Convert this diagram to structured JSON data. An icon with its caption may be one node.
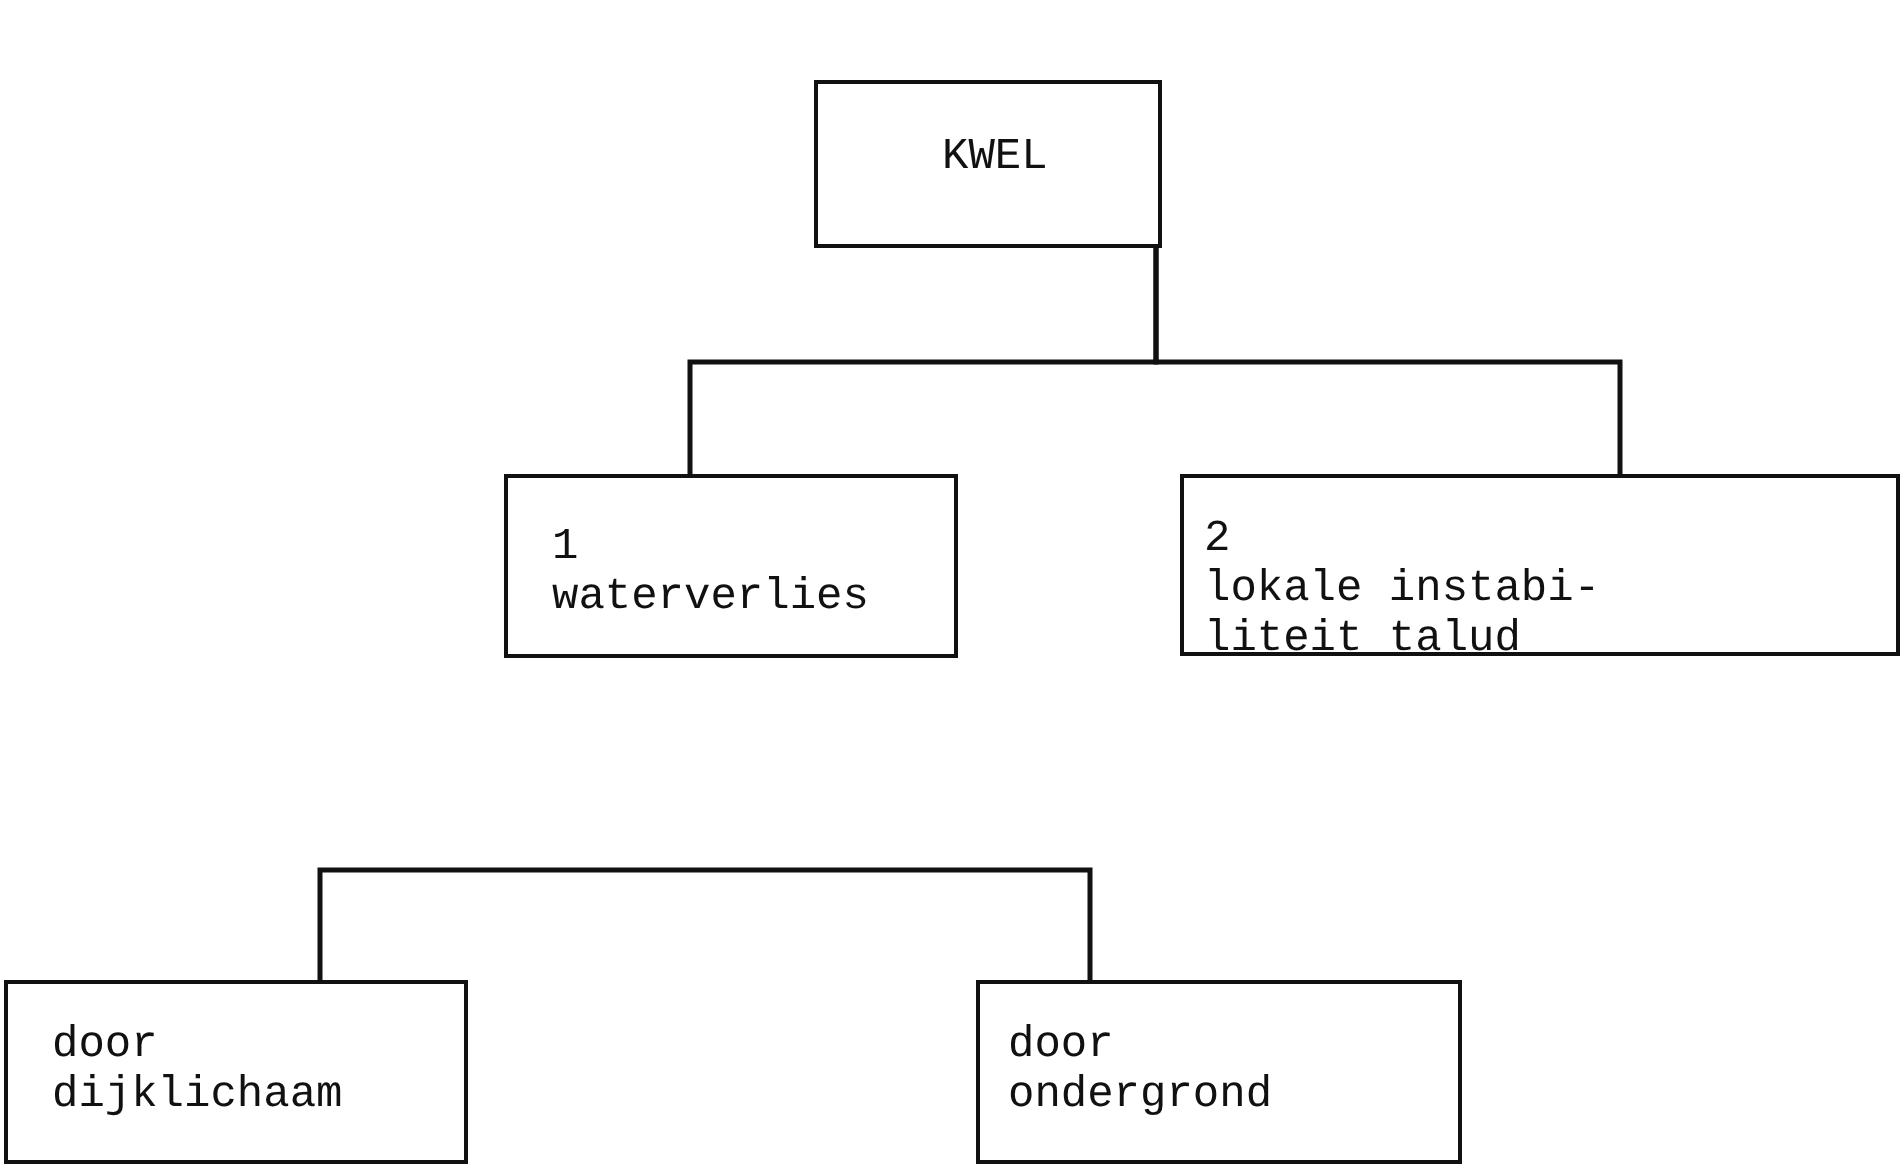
{
  "diagram": {
    "nodes": [
      {
        "text": [
          "KWEL"
        ]
      },
      {
        "text": [
          "1",
          "waterverlies"
        ]
      },
      {
        "text": [
          "2",
          "lokale instabi- liteit talud"
        ]
      },
      {
        "text": [
          "door dijklichaam"
        ]
      },
      {
        "text": [
          "door ondergrond"
        ]
      }
    ],
    "edges": [
      {
        "from": 0,
        "to": 1,
        "arrow": "none"
      },
      {
        "from": 0,
        "to": 2,
        "arrow": "none"
      },
      {
        "from": 3,
        "to": 4,
        "arrow": "none"
      }
    ]
  }
}
